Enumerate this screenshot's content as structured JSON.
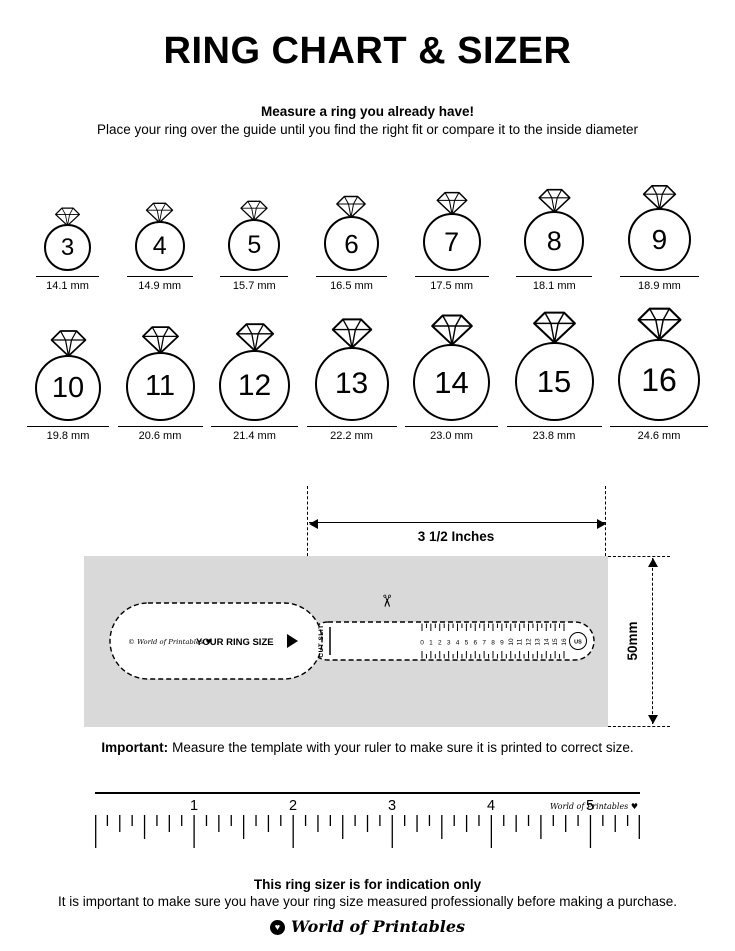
{
  "header": {
    "title": "RING CHART & SIZER",
    "subtitle": "Measure a ring you already have!",
    "instruction": "Place your ring over the guide until you find the right fit or compare it to the inside diameter"
  },
  "ring_chart": {
    "rows": [
      {
        "rings": [
          {
            "size": "3",
            "mm": 14.1,
            "label": "14.1 mm"
          },
          {
            "size": "4",
            "mm": 14.9,
            "label": "14.9 mm"
          },
          {
            "size": "5",
            "mm": 15.7,
            "label": "15.7 mm"
          },
          {
            "size": "6",
            "mm": 16.5,
            "label": "16.5 mm"
          },
          {
            "size": "7",
            "mm": 17.5,
            "label": "17.5 mm"
          },
          {
            "size": "8",
            "mm": 18.1,
            "label": "18.1 mm"
          },
          {
            "size": "9",
            "mm": 18.9,
            "label": "18.9 mm"
          }
        ]
      },
      {
        "rings": [
          {
            "size": "10",
            "mm": 19.8,
            "label": "19.8 mm"
          },
          {
            "size": "11",
            "mm": 20.6,
            "label": "20.6 mm"
          },
          {
            "size": "12",
            "mm": 21.4,
            "label": "21.4 mm"
          },
          {
            "size": "13",
            "mm": 22.2,
            "label": "22.2 mm"
          },
          {
            "size": "14",
            "mm": 23.0,
            "label": "23.0 mm"
          },
          {
            "size": "15",
            "mm": 23.8,
            "label": "23.8 mm"
          },
          {
            "size": "16",
            "mm": 24.6,
            "label": "24.6 mm"
          }
        ]
      }
    ]
  },
  "sizer": {
    "width_label": "3 1/2 Inches",
    "height_label": "50mm",
    "brand": "© World of Printables ♥",
    "ring_size_label": "YOUR RING SIZE",
    "cut_slit_label": "CUT SLIT",
    "scissors_icon": "✂",
    "scale": [
      "0",
      "1",
      "2",
      "3",
      "4",
      "5",
      "6",
      "7",
      "8",
      "9",
      "10",
      "11",
      "12",
      "13",
      "14",
      "15",
      "16"
    ],
    "us_label": "US"
  },
  "important": {
    "label": "Important:",
    "text": "Measure the template with your ruler to make sure it is printed to correct size."
  },
  "ruler": {
    "inch_labels": [
      "1",
      "2",
      "3",
      "4",
      "5"
    ],
    "brand": "World of Printables ♥"
  },
  "footer": {
    "heading": "This ring sizer is for indication only",
    "note": "It is important to make sure you have your ring size measured professionally before making a purchase.",
    "logo_mark": "♥",
    "logo_text": "World of Printables"
  }
}
